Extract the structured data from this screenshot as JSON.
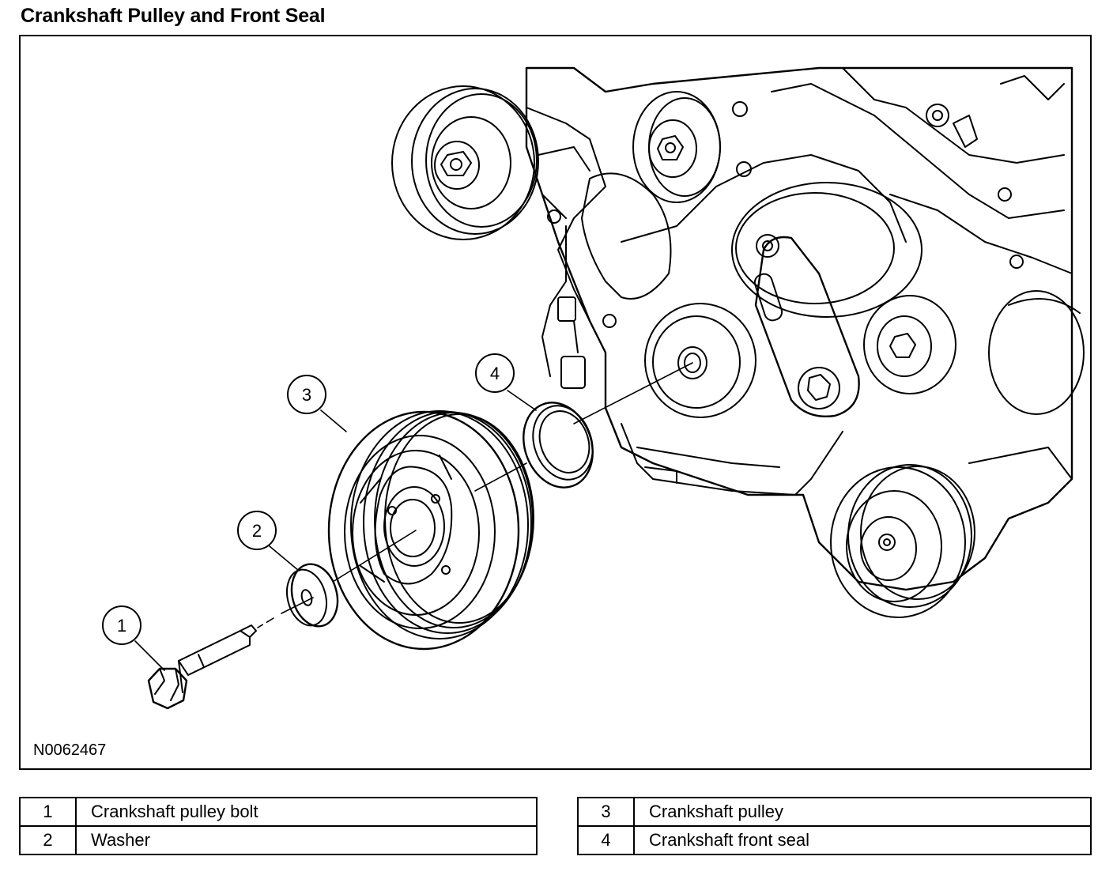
{
  "title": "Crankshaft Pulley and Front Seal",
  "figure_id": "N0062467",
  "callouts": [
    {
      "number": "1",
      "part": "Crankshaft pulley bolt"
    },
    {
      "number": "2",
      "part": "Washer"
    },
    {
      "number": "3",
      "part": "Crankshaft pulley"
    },
    {
      "number": "4",
      "part": "Crankshaft front seal"
    }
  ],
  "colors": {
    "line": "#000000",
    "background": "#ffffff"
  }
}
